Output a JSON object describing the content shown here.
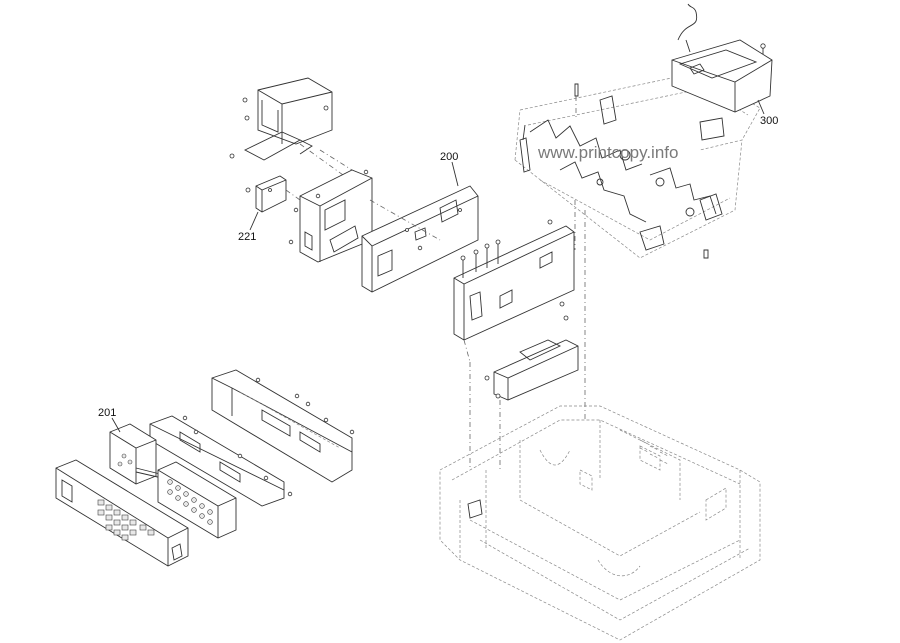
{
  "watermark": "www.printcopy.info",
  "callouts": {
    "p200": "200",
    "p201": "201",
    "p221": "221",
    "p300": "300"
  }
}
